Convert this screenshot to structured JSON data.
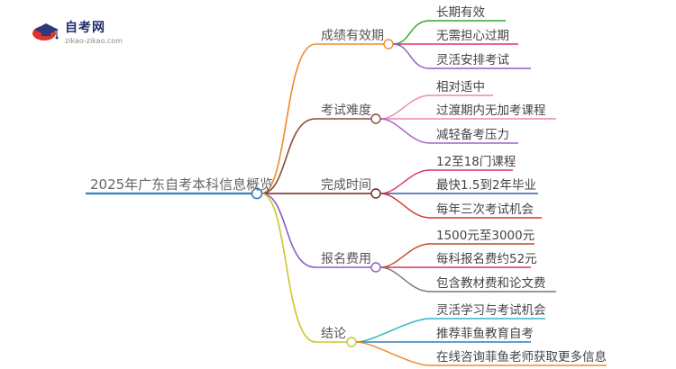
{
  "logo": {
    "name": "自考网",
    "url": "zikao-zikao.com"
  },
  "root": {
    "label": "2025年广东自考本科信息概览",
    "color": "#2f7fc1"
  },
  "branches": [
    {
      "label": "成绩有效期",
      "color": "#f08a2a",
      "children": [
        {
          "label": "长期有效",
          "color": "#2ea82e"
        },
        {
          "label": "无需担心过期",
          "color": "#e0335a"
        },
        {
          "label": "灵活安排考试",
          "color": "#8e5bc8"
        }
      ]
    },
    {
      "label": "考试难度",
      "color": "#8b4a3a",
      "children": [
        {
          "label": "相对适中",
          "color": "#ef83b8"
        },
        {
          "label": "过渡期内无加考课程",
          "color": "#ef83b8"
        },
        {
          "label": "减轻备考压力",
          "color": "#a260c8"
        }
      ]
    },
    {
      "label": "完成时间",
      "color": "#6b2b22",
      "children": [
        {
          "label": "12至18门课程",
          "color": "#e0335a"
        },
        {
          "label": "最快1.5到2年毕业",
          "color": "#3a5fa8"
        },
        {
          "label": "每年三次考试机会",
          "color": "#d8322a"
        }
      ]
    },
    {
      "label": "报名费用",
      "color": "#8e5bc8",
      "children": [
        {
          "label": "1500元至3000元",
          "color": "#c04a2a"
        },
        {
          "label": "每科报名费约52元",
          "color": "#e0335a"
        },
        {
          "label": "包含教材费和论文费",
          "color": "#777777"
        }
      ]
    },
    {
      "label": "结论",
      "color": "#c8c82a",
      "children": [
        {
          "label": "灵活学习与考试机会",
          "color": "#2bb6c8"
        },
        {
          "label": "推荐菲鱼教育自考",
          "color": "#2f7fc1"
        },
        {
          "label": "在线咨询菲鱼老师获取更多信息",
          "color": "#f08a2a"
        }
      ]
    }
  ]
}
